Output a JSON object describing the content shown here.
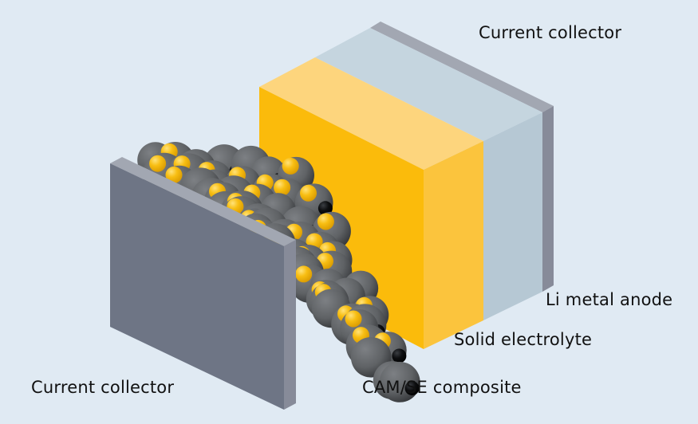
{
  "diagram": {
    "title": "Solid-state battery cell layer stack",
    "labels": {
      "current_collector_top": "Current collector",
      "li_metal_anode": "Li metal anode",
      "solid_electrolyte": "Solid electrolyte",
      "current_collector_bottom": "Current collector",
      "cam_se_composite": "CAM/SE composite"
    },
    "layers": [
      {
        "name": "Current collector (cathode side)",
        "color": "#6e7585"
      },
      {
        "name": "CAM/SE composite",
        "color": "#5d6066"
      },
      {
        "name": "Solid electrolyte",
        "color": "#fbc43d"
      },
      {
        "name": "Li metal anode",
        "color": "#b6c8d4"
      },
      {
        "name": "Current collector (anode side)",
        "color": "#878b99"
      }
    ],
    "particles": {
      "cam": {
        "name": "cathode active material",
        "color": "#5f6265"
      },
      "se": {
        "name": "solid electrolyte particle",
        "color": "#f6b90a"
      },
      "carbon": {
        "name": "conductive additive",
        "color": "#0b0c0e"
      }
    },
    "colors": {
      "background": "#e0eaf3",
      "electrolyte_top": "#fdd57d",
      "electrolyte_front": "#fbc43d",
      "electrolyte_side": "#fbbb0b",
      "anode_top": "#c5d5df",
      "anode_front": "#b6c8d4",
      "cc_top": "#a2a7b2",
      "cc_side": "#878b99",
      "cc_front": "#6e7585"
    }
  }
}
